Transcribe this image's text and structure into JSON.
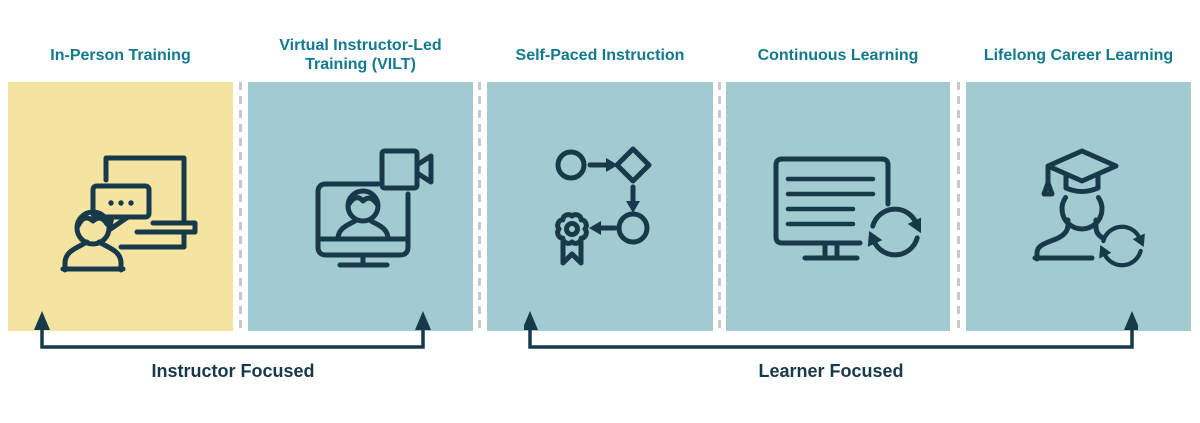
{
  "diagram": {
    "stages": [
      {
        "title": "In-Person Training",
        "icon": "presenter-whiteboard-icon",
        "highlighted": true
      },
      {
        "title": "Virtual Instructor-Led Training (VILT)",
        "icon": "monitor-person-video-camera-icon",
        "highlighted": false
      },
      {
        "title": "Self-Paced Instruction",
        "icon": "flowchart-award-badge-icon",
        "highlighted": false
      },
      {
        "title": "Continuous Learning",
        "icon": "monitor-text-refresh-icon",
        "highlighted": false
      },
      {
        "title": "Lifelong Career Learning",
        "icon": "graduate-refresh-icon",
        "highlighted": false
      }
    ],
    "groups": [
      {
        "label": "Instructor Focused",
        "covers_stages": [
          "In-Person Training",
          "Virtual Instructor-Led Training (VILT)"
        ]
      },
      {
        "label": "Learner Focused",
        "covers_stages": [
          "Self-Paced Instruction",
          "Continuous Learning",
          "Lifelong Career Learning"
        ]
      }
    ],
    "colors": {
      "highlighted_box": "#f5e4a1",
      "box": "#a2cad1",
      "stage_title_text": "#12798f",
      "group_label_text": "#163a4a",
      "icon_stroke": "#163a4a",
      "divider": "#c9c9c9",
      "background": "#ffffff"
    }
  }
}
